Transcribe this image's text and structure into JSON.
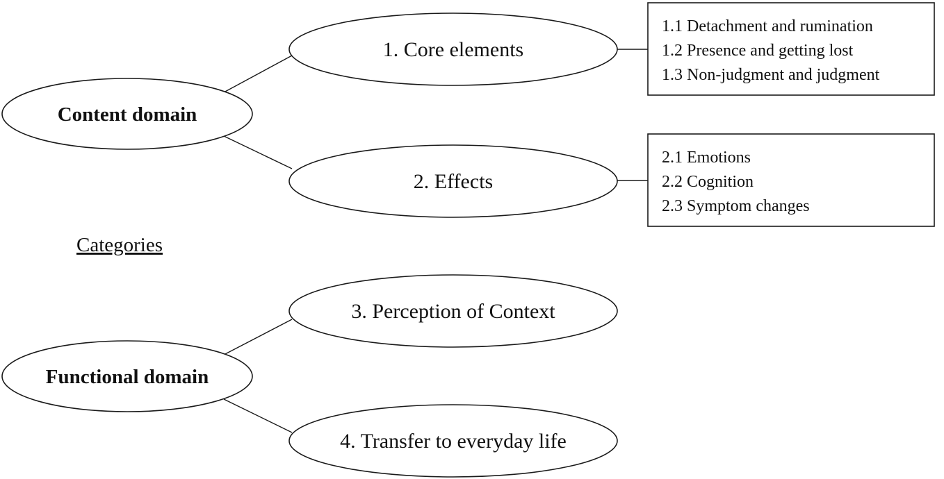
{
  "heading": "Categories",
  "domains": [
    {
      "label": "Content domain",
      "categories": [
        {
          "label": "1. Core elements",
          "subcategories": [
            "1.1 Detachment and rumination",
            "1.2 Presence and getting lost",
            "1.3 Non-judgment and judgment"
          ]
        },
        {
          "label": "2. Effects",
          "subcategories": [
            "2.1 Emotions",
            "2.2 Cognition",
            "2.3 Symptom changes"
          ]
        }
      ]
    },
    {
      "label": "Functional domain",
      "categories": [
        {
          "label": "3. Perception of Context",
          "subcategories": []
        },
        {
          "label": "4. Transfer to everyday life",
          "subcategories": []
        }
      ]
    }
  ]
}
